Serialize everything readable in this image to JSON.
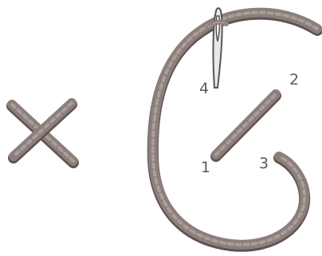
{
  "diagram": {
    "step_labels": {
      "one": "1",
      "two": "2",
      "three": "3",
      "four": "4"
    }
  },
  "colors": {
    "thread": "#8c7f7b",
    "thread_shadow": "#5e5350",
    "twist": "#b3a8a4",
    "needle_fill": "#e9e9e9",
    "needle_outline": "#555555",
    "label": "#5b5b5b"
  },
  "icons": {
    "cross_stitch": "cross-stitch-icon",
    "needle": "needle-icon"
  }
}
